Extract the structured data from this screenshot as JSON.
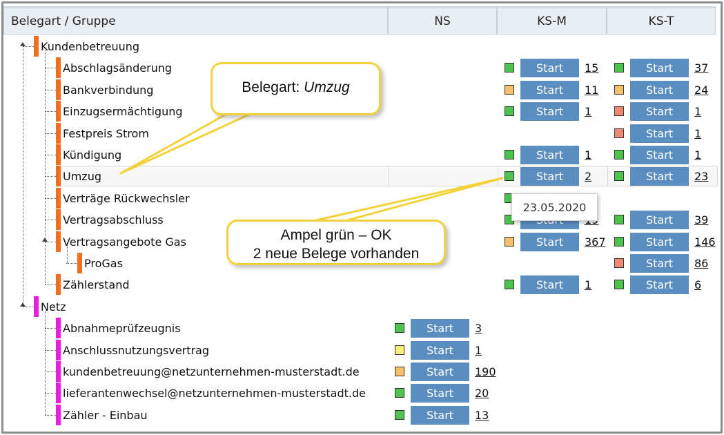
{
  "header": {
    "col_group": "Belegart / Gruppe",
    "col_ns": "NS",
    "col_ksm": "KS-M",
    "col_kst": "KS-T"
  },
  "colors": {
    "green": "#4cc34c",
    "orange": "#f5c06b",
    "red": "#ef8877",
    "yellow": "#f8ec7a",
    "button": "#5a8dc0",
    "bar_kundenbetreuung": "#f26d1c",
    "bar_netz": "#e81ee1",
    "callout": "#f2d23a"
  },
  "rows": [
    {
      "label": "Kundenbetreuung",
      "level": 0,
      "group": "kb",
      "expander": true
    },
    {
      "label": "Abschlagsänderung",
      "level": 1,
      "group": "kb",
      "ksm": {
        "light": "green",
        "button": "Start",
        "count": "15"
      },
      "kst": {
        "light": "green",
        "button": "Start",
        "count": "37"
      }
    },
    {
      "label": "Bankverbindung",
      "level": 1,
      "group": "kb",
      "ksm": {
        "light": "orange",
        "button": "Start",
        "count": "11"
      },
      "kst": {
        "light": "orange",
        "button": "Start",
        "count": "24"
      }
    },
    {
      "label": "Einzugsermächtigung",
      "level": 1,
      "group": "kb",
      "ksm": {
        "light": "green",
        "button": "Start",
        "count": "1"
      },
      "kst": {
        "light": "red",
        "button": "Start",
        "count": "1"
      }
    },
    {
      "label": "Festpreis Strom",
      "level": 1,
      "group": "kb",
      "kst": {
        "light": "red",
        "button": "Start",
        "count": "1"
      }
    },
    {
      "label": "Kündigung",
      "level": 1,
      "group": "kb",
      "ksm": {
        "light": "green",
        "button": "Start",
        "count": "1"
      },
      "kst": {
        "light": "green",
        "button": "Start",
        "count": "1"
      }
    },
    {
      "label": "Umzug",
      "level": 1,
      "group": "kb",
      "selected": true,
      "ksm": {
        "light": "green",
        "button": "Start",
        "count": "2"
      },
      "kst": {
        "light": "green",
        "button": "Start",
        "count": "23"
      }
    },
    {
      "label": "Verträge Rückwechsler",
      "level": 1,
      "group": "kb",
      "ksm": {
        "light": "green",
        "hidden_by_tooltip": true
      }
    },
    {
      "label": "Vertragsabschluss",
      "level": 1,
      "group": "kb",
      "ksm": {
        "light": "green",
        "button": "Start",
        "count": "19"
      },
      "kst": {
        "light": "green",
        "button": "Start",
        "count": "39"
      }
    },
    {
      "label": "Vertragsangebote Gas",
      "level": 1,
      "group": "kb",
      "expander": true,
      "ksm": {
        "light": "orange",
        "button": "Start",
        "count": "367"
      },
      "kst": {
        "light": "green",
        "button": "Start",
        "count": "146"
      }
    },
    {
      "label": "ProGas",
      "level": 2,
      "group": "kb",
      "kst": {
        "light": "red",
        "button": "Start",
        "count": "86"
      }
    },
    {
      "label": "Zählerstand",
      "level": 1,
      "group": "kb",
      "ksm": {
        "light": "green",
        "button": "Start",
        "count": "1"
      },
      "kst": {
        "light": "green",
        "button": "Start",
        "count": "6"
      }
    },
    {
      "label": "Netz",
      "level": 0,
      "group": "netz",
      "expander": true
    },
    {
      "label": "Abnahmeprüfzeugnis",
      "level": 1,
      "group": "netz",
      "ns": {
        "light": "green",
        "button": "Start",
        "count": "3"
      }
    },
    {
      "label": "Anschlussnutzungsvertrag",
      "level": 1,
      "group": "netz",
      "ns": {
        "light": "yellow",
        "button": "Start",
        "count": "1"
      }
    },
    {
      "label": "kundenbetreuung@netzunternehmen-musterstadt.de",
      "level": 1,
      "group": "netz",
      "ns": {
        "light": "orange",
        "button": "Start",
        "count": "190"
      }
    },
    {
      "label": "lieferantenwechsel@netzunternehmen-musterstadt.de",
      "level": 1,
      "group": "netz",
      "ns": {
        "light": "green",
        "button": "Start",
        "count": "20"
      }
    },
    {
      "label": "Zähler - Einbau",
      "level": 1,
      "group": "netz",
      "ns": {
        "light": "green",
        "button": "Start",
        "count": "13"
      }
    }
  ],
  "tooltip": {
    "text": "23.05.2020"
  },
  "callout_belegart": {
    "prefix": "Belegart: ",
    "value": "Umzug"
  },
  "callout_ampel": {
    "line1": "Ampel grün – OK",
    "line2": "2 neue Belege vorhanden"
  }
}
